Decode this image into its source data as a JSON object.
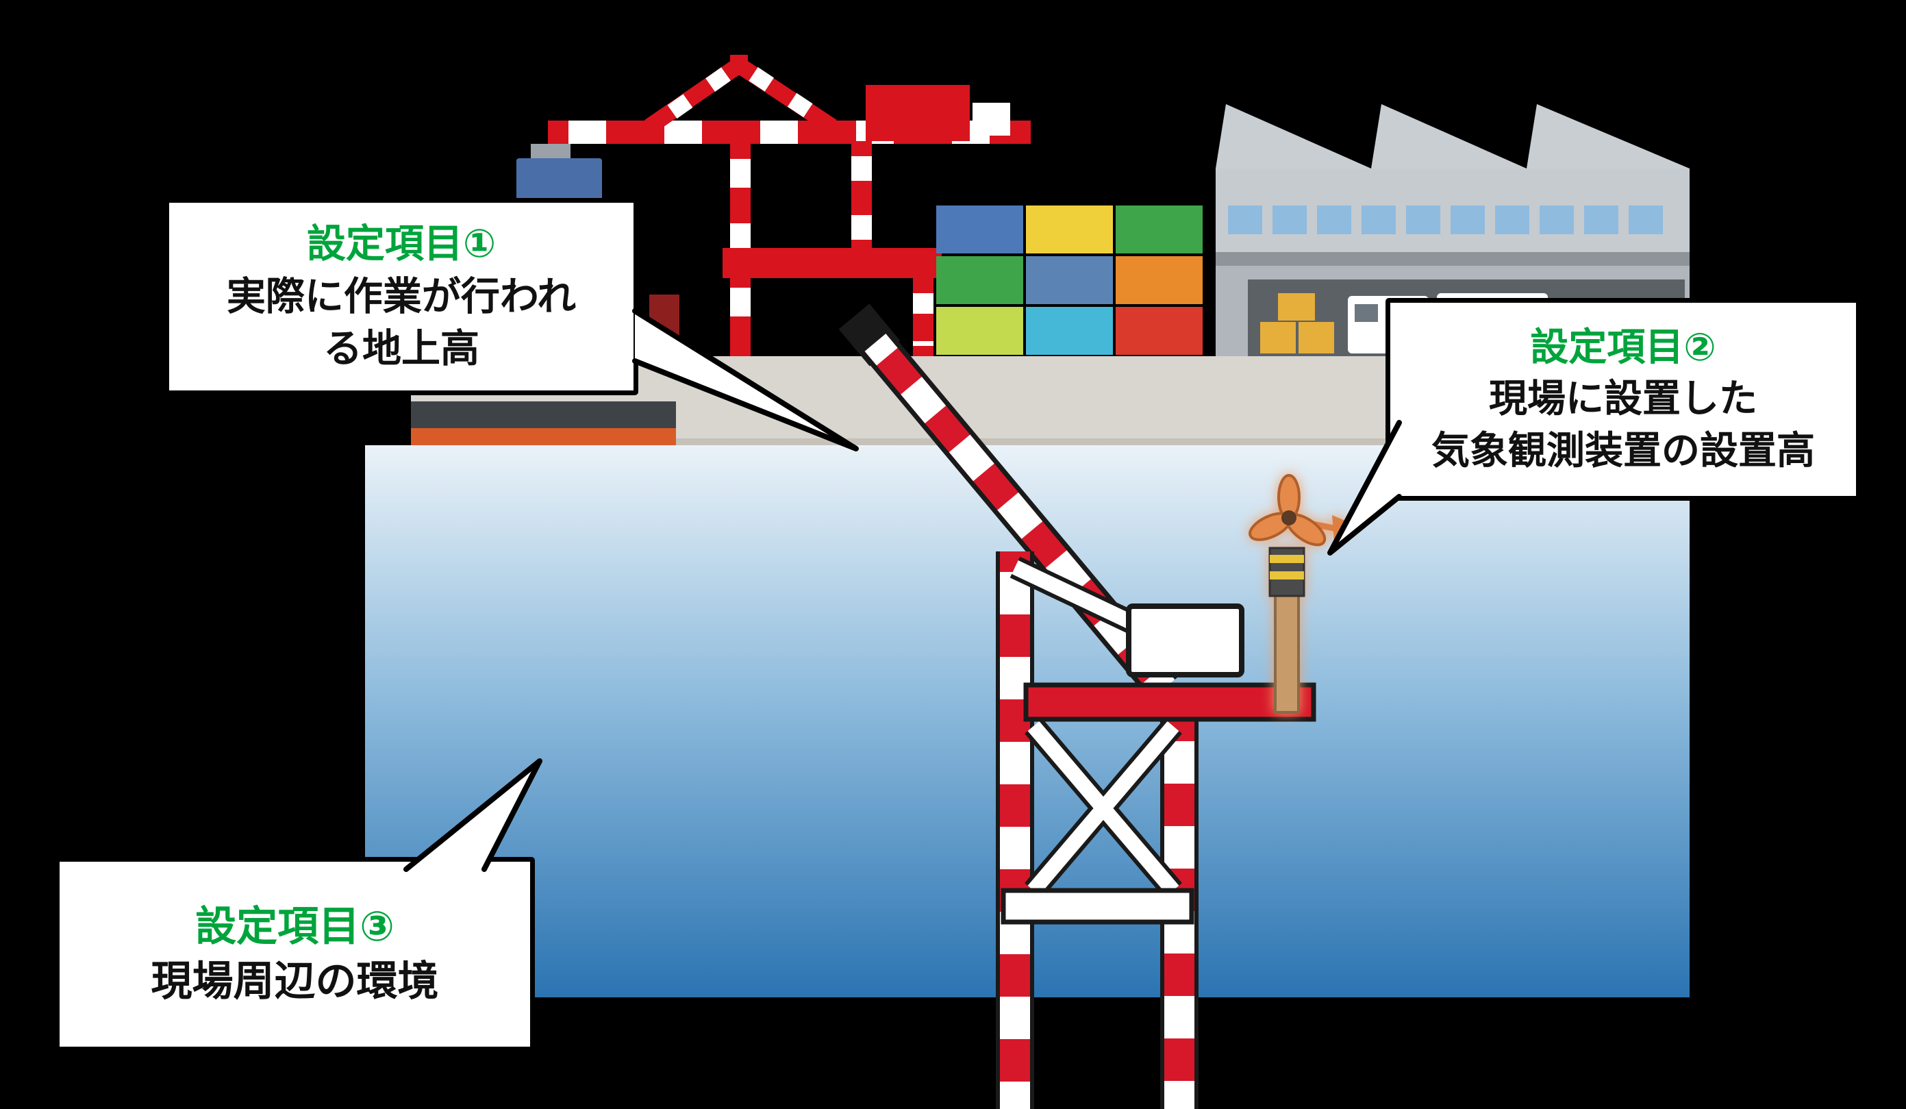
{
  "page": {
    "description": "Diagram of setting items for on-site weather observation over a port construction illustration"
  },
  "callouts": {
    "item1": {
      "heading": "設定項目①",
      "body_lines": [
        "実際に作業が行われ",
        "る地上高"
      ]
    },
    "item2": {
      "heading": "設定項目②",
      "body_lines": [
        "現場に設置した",
        "気象観測装置の設置高"
      ]
    },
    "item3": {
      "heading": "設定項目③",
      "body_lines": [
        "現場周辺の環境"
      ]
    }
  },
  "colors": {
    "heading_green": "#00a43c",
    "crane_red": "#d8141f",
    "sea_top": "#eaf2f8",
    "sea_bottom": "#2b74b2",
    "quay_gray": "#d9d5cf",
    "device_orange": "#e5884a",
    "ship_orange": "#d95b28",
    "background": "#000000"
  },
  "illustration": {
    "containers": {
      "rows": [
        [
          "#4d79b8",
          "#f0d03a",
          "#3fa54a"
        ],
        [
          "#3fa54a",
          "#5b84b5",
          "#e98a2b"
        ],
        [
          "#c3d94e",
          "#45b8d8",
          "#d93a2b"
        ]
      ]
    },
    "factory": {
      "window_count": 10,
      "window_color": "#8fbbdf"
    }
  }
}
